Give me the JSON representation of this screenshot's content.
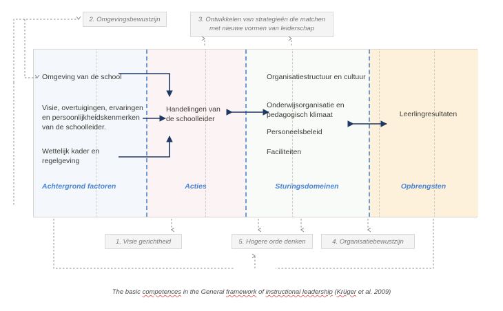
{
  "diagram": {
    "caption_parts": [
      {
        "text": "The basic ",
        "spell": false
      },
      {
        "text": "competences",
        "spell": true
      },
      {
        "text": " in the General ",
        "spell": false
      },
      {
        "text": "framework",
        "spell": true
      },
      {
        "text": " of ",
        "spell": false
      },
      {
        "text": "instructional leadership",
        "spell": true
      },
      {
        "text": " (",
        "spell": false
      },
      {
        "text": "Krüger",
        "spell": true
      },
      {
        "text": " et al. 2009)",
        "spell": false
      }
    ],
    "caption_full": "The basic competences in the General framework of instructional leadership (Krüger et al. 2009)",
    "colors": {
      "col_background": "#f4f7fb",
      "col_actions": "#fcf4f4",
      "col_domains": "#f8fbf7",
      "col_outcomes": "#fdf1db",
      "divider": "#6f9ad1",
      "section_label": "#4a86d6",
      "arrow": "#1f3864",
      "dotted": "#8c8c8c",
      "callout_bg": "#f4f4f4",
      "callout_border": "#d9d9d9",
      "callout_text": "#7a7a7a",
      "body_text": "#3c3b38"
    },
    "columns": [
      {
        "key": "background",
        "section_label": "Achtergrond factoren",
        "items": [
          "Omgeving van de school",
          "Visie, overtuigingen, ervaringen en persoonlijkheidskenmerken van de schoolleider.",
          "Wettelijk kader en regelgeving"
        ]
      },
      {
        "key": "actions",
        "section_label": "Acties",
        "items": [
          "Handelingen van de schoolleider"
        ]
      },
      {
        "key": "domains",
        "section_label": "Sturingsdomeinen",
        "items": [
          "Organisatiestructuur en cultuur",
          "Onderwijsorganisatie en pedagogisch klimaat",
          "Personeelsbeleid",
          "Faciliteiten"
        ]
      },
      {
        "key": "outcomes",
        "section_label": "Opbrengsten",
        "items": [
          "Leerlingresultaten"
        ]
      }
    ],
    "callouts_top": [
      {
        "id": "2",
        "text": "2. Omgevingsbewustzijn"
      },
      {
        "id": "3",
        "text": "3. Ontwikkelen van strategieën die matchen met nieuwe vormen van leiderschap"
      }
    ],
    "callouts_bottom": [
      {
        "id": "1",
        "text": "1. Visie gerichtheid"
      },
      {
        "id": "5",
        "text": "5. Hogere orde denken"
      },
      {
        "id": "4",
        "text": "4. Organisatiebewustzijn"
      }
    ]
  }
}
